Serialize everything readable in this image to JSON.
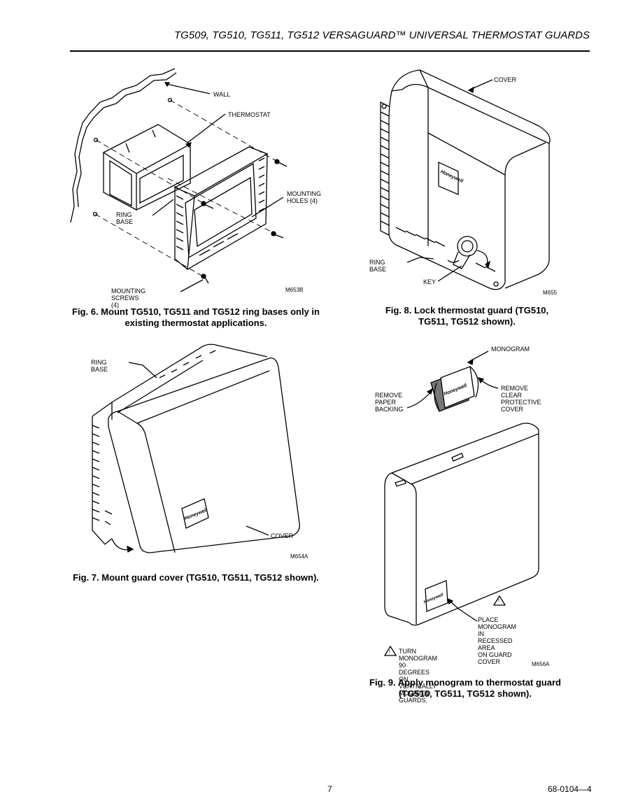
{
  "header": {
    "title": "TG509, TG510, TG511, TG512 VERSAGUARD™ UNIVERSAL THERMOSTAT GUARDS"
  },
  "fig6": {
    "labels": {
      "wall": "WALL",
      "thermostat": "THERMOSTAT",
      "mounting_holes": "MOUNTING\nHOLES (4)",
      "ring_base": "RING BASE",
      "mounting_screws": "MOUNTING SCREWS (4)"
    },
    "code": "M653B",
    "caption": "Fig. 6. Mount TG510, TG511 and TG512 ring bases only in existing thermostat applications."
  },
  "fig7": {
    "labels": {
      "ring_base": "RING BASE",
      "cover": "COVER",
      "brand": "Honeywell"
    },
    "code": "M654A",
    "caption": "Fig. 7. Mount guard cover (TG510, TG511, TG512 shown)."
  },
  "fig8": {
    "labels": {
      "cover": "COVER",
      "ring_base": "RING BASE",
      "key": "KEY",
      "brand": "Honeywell"
    },
    "code": "M655",
    "caption": "Fig. 8. Lock thermostat guard (TG510, TG511, TG512 shown)."
  },
  "fig9": {
    "labels": {
      "monogram": "MONOGRAM",
      "remove_paper": "REMOVE\nPAPER\nBACKING",
      "remove_clear": "REMOVE\nCLEAR\nPROTECTIVE\nCOVER",
      "place_monogram": "PLACE MONOGRAM\nIN RECESSED AREA\nON GUARD COVER",
      "warning_symbol": "!",
      "turn_monogram": "TURN MONOGRAM 90 DEGREES\nON VERTICALLY MOUNTED GUARDS.",
      "brand": "Honeywell"
    },
    "code": "M656A",
    "caption": "Fig. 9. Apply monogram to thermostat guard (TG510, TG511, TG512 shown)."
  },
  "footer": {
    "page_number": "7",
    "doc_number": "68-0104—4"
  }
}
